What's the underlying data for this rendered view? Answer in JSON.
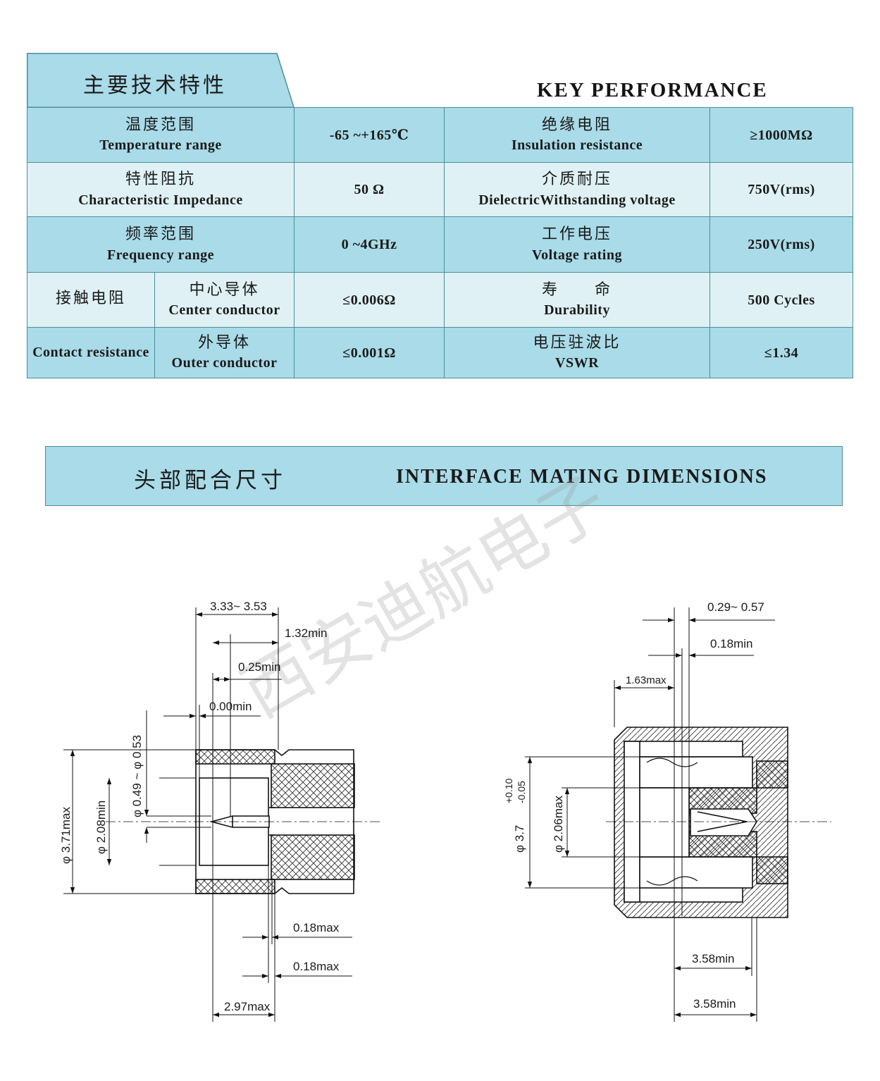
{
  "key_performance": {
    "title_zh": "主要技术特性",
    "title_en": "KEY PERFORMANCE",
    "rows": [
      {
        "left_zh": "温度范围",
        "left_en": "Temperature range",
        "left_value": "-65 ~+165℃",
        "right_zh": "绝缘电阻",
        "right_en": "Insulation resistance",
        "right_value": "≥1000MΩ"
      },
      {
        "left_zh": "特性阻抗",
        "left_en": "Characteristic Impedance",
        "left_value": "50 Ω",
        "right_zh": "介质耐压",
        "right_en": "DielectricWithstanding voltage",
        "right_value": "750V(rms)"
      },
      {
        "left_zh": "频率范围",
        "left_en": "Frequency range",
        "left_value": "0 ~4GHz",
        "right_zh": "工作电压",
        "right_en": "Voltage rating",
        "right_value": "250V(rms)"
      }
    ],
    "contact": {
      "label_zh": "接触电阻",
      "label_en": "Contact resistance",
      "center_zh": "中心导体",
      "center_en": "Center conductor",
      "center_value": "≤0.006Ω",
      "outer_zh": "外导体",
      "outer_en": "Outer conductor",
      "outer_value": "≤0.001Ω",
      "durability_zh": "寿 命",
      "durability_en": "Durability",
      "durability_value": "500 Cycles",
      "vswr_zh": "电压驻波比",
      "vswr_en": "VSWR",
      "vswr_value": "≤1.34"
    }
  },
  "interface": {
    "title_zh": "头部配合尺寸",
    "title_en": "INTERFACE MATING DIMENSIONS"
  },
  "watermark": "西安迪航电子",
  "drawing_left": {
    "dims": {
      "d1": "3.33~ 3.53",
      "d2": "1.32min",
      "d3": "0.25min",
      "d4": "0.00min",
      "d5": "0.18max",
      "d6": "0.18max",
      "d7": "2.97max",
      "v1": "φ 3.71max",
      "v2": "φ 2.08min",
      "v3": "φ 0.49 ~ φ 0.53"
    }
  },
  "drawing_right": {
    "dims": {
      "d1": "0.29~ 0.57",
      "d2": "0.18min",
      "d3": "1.63max",
      "d4": "3.58min",
      "d5": "3.58min",
      "v1": "φ 3.7",
      "v1_tol_upper": "+0.10",
      "v1_tol_lower": "-0.05",
      "v2": "φ 2.06max"
    }
  },
  "colors": {
    "header_blue": "#a9dbe8",
    "row_pale": "#dff1f4",
    "border": "#4a8f9a"
  }
}
